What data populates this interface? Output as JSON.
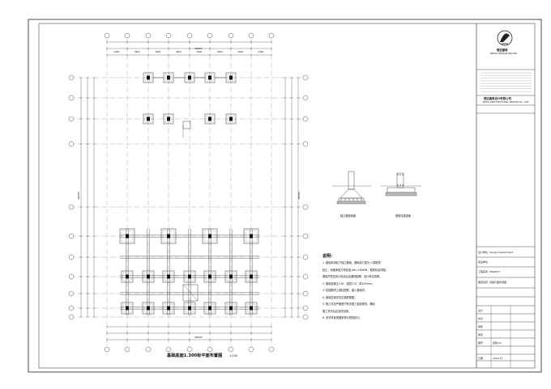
{
  "plan": {
    "title": "基础底面1.300标平面布置图",
    "scale": "1:100",
    "dimensions": {
      "top_total": "28000",
      "top_segments": [
        "2400",
        "3600",
        "3600",
        "3600",
        "3600",
        "3600",
        "3600",
        "2400"
      ],
      "bottom_total": "28000",
      "left_total": "38600",
      "right_total": "38600"
    }
  },
  "notes": {
    "title": "说明:",
    "lines": [
      "1. 基础采用柱下独立基础，基础持力层为 ②层粉质",
      "   粘土，地基承载力特征值 fak=180kPa，基底标高详图。",
      "   基础开挖至设计标高后应通知勘察、设计单位验槽。",
      "2. 基础混凝土C30，垫层C15，厚100mm。",
      "3. 柱插筋同上部柱配筋，锚入基础内。",
      "4. 基础拉梁详见拉梁配筋图。",
      "5. 施工时应严格遵守有关施工验收规范，基础",
      "   施工完毕后应及时回填。",
      "6. 未尽事宜按国家现行规范执行。"
    ]
  },
  "sections": [
    {
      "caption": "独立基础剖面"
    },
    {
      "caption": "基础拉梁剖面"
    }
  ],
  "title_block": {
    "logo_name": "德达建筑",
    "logo_sub": "DEDA DESIGN GROUP",
    "company_name": "德达建筑设计有限公司",
    "company_en": "DEDA ARCHITECTURAL DESIGN CO., LTD.",
    "fields": [
      {
        "label": "设计单位",
        "value": "Design Department"
      },
      {
        "label": "建设单位",
        "value": ""
      },
      {
        "label": "工程名称",
        "value": "PROJECT"
      },
      {
        "label": "图纸名称",
        "value": "基础平面布置图"
      },
      {
        "label": "设计",
        "value": ""
      },
      {
        "label": "校对",
        "value": ""
      },
      {
        "label": "审核",
        "value": ""
      },
      {
        "label": "审定",
        "value": ""
      },
      {
        "label": "图号",
        "value": "结施-01"
      },
      {
        "label": "日期",
        "value": "2019.11"
      }
    ]
  },
  "colors": {
    "line": "#222222",
    "axis": "#555555",
    "fill": "#111111"
  }
}
